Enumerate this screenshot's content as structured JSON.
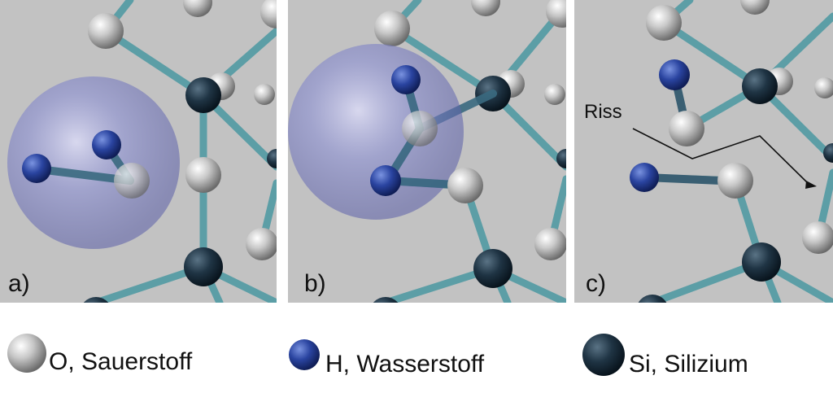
{
  "panels": [
    {
      "label": "a)"
    },
    {
      "label": "b)"
    },
    {
      "label": "c)"
    }
  ],
  "annotation": {
    "text": "Riss"
  },
  "legend": [
    {
      "text": "O, Sauerstoff",
      "atom": "oxygen"
    },
    {
      "text": "H, Wasserstoff",
      "atom": "hydrogen"
    },
    {
      "text": "Si, Silizium",
      "atom": "silicon"
    }
  ],
  "colors": {
    "background": "#c2c2c2",
    "bond": "#5c9ea6",
    "oxygen": "#d0d0d0",
    "hydrogen": "#28419a",
    "silicon": "#1c2f3e",
    "water_sphere": "#7f83c8"
  }
}
